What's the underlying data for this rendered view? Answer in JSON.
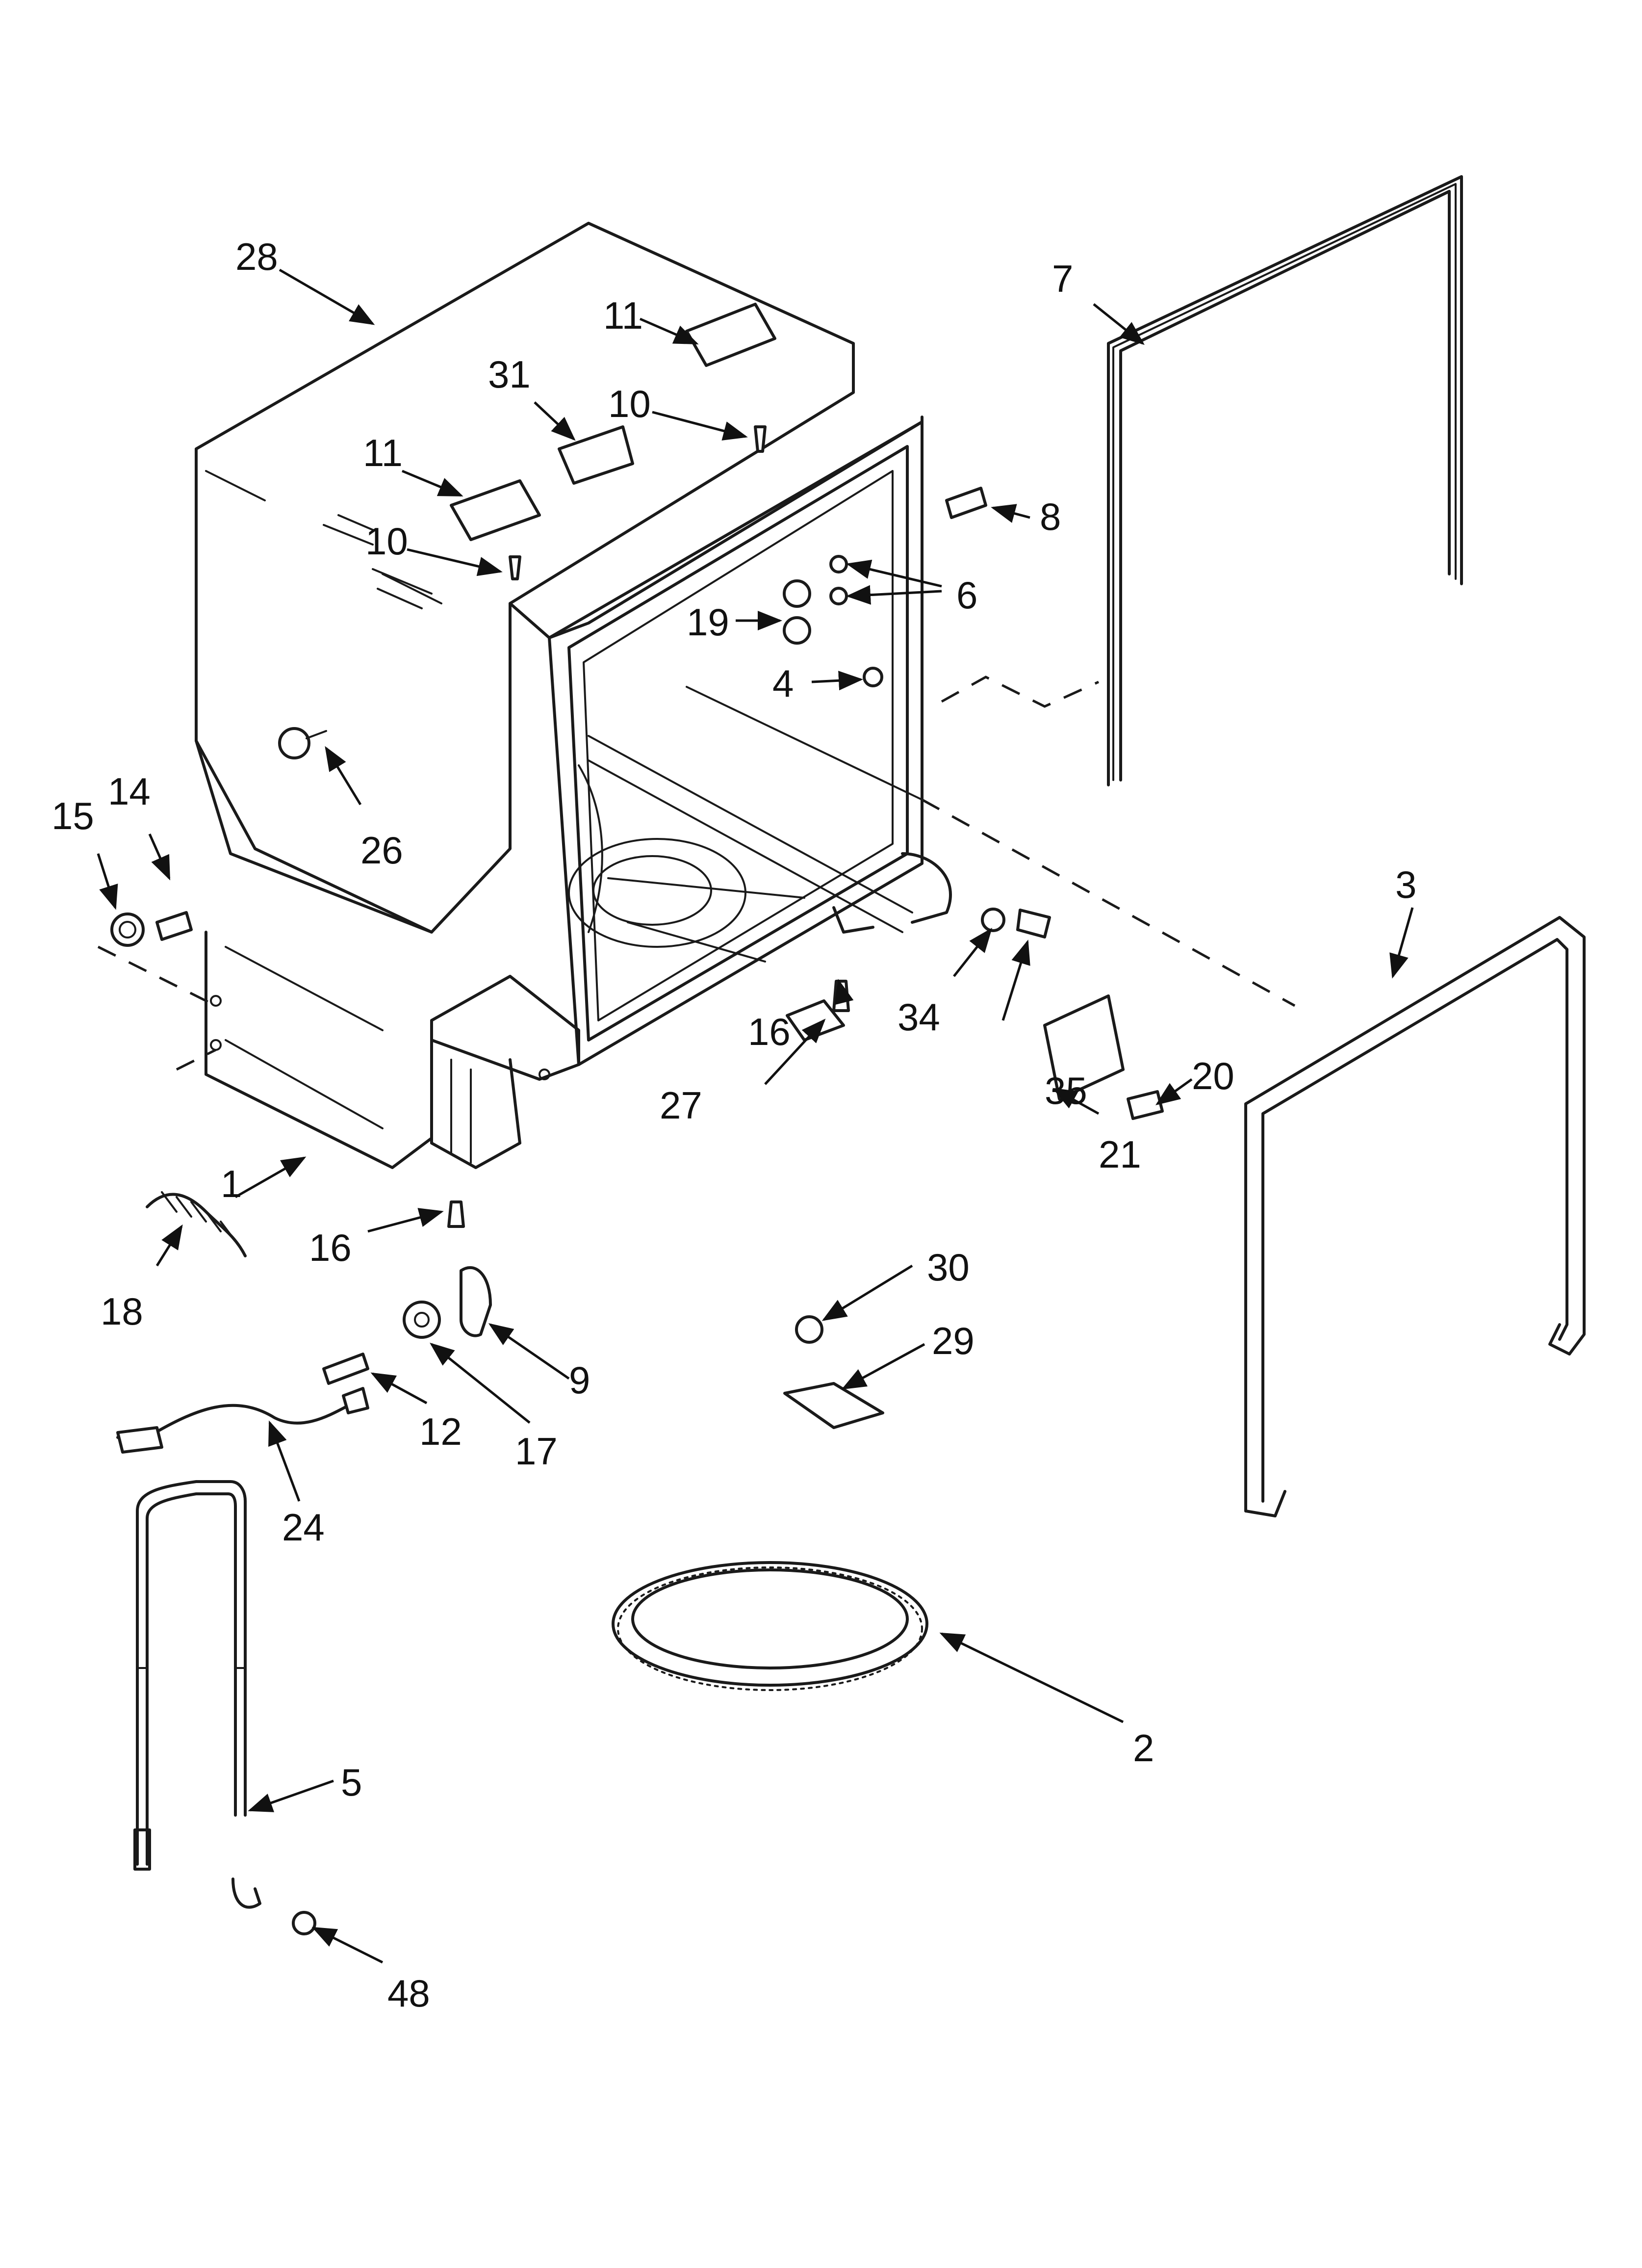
{
  "callouts": [
    {
      "id": "28"
    },
    {
      "id": "11"
    },
    {
      "id": "31"
    },
    {
      "id": "10"
    },
    {
      "id": "11"
    },
    {
      "id": "10"
    },
    {
      "id": "7"
    },
    {
      "id": "8"
    },
    {
      "id": "6"
    },
    {
      "id": "19"
    },
    {
      "id": "4"
    },
    {
      "id": "26"
    },
    {
      "id": "15"
    },
    {
      "id": "14"
    },
    {
      "id": "3"
    },
    {
      "id": "34"
    },
    {
      "id": "16"
    },
    {
      "id": "27"
    },
    {
      "id": "35"
    },
    {
      "id": "20"
    },
    {
      "id": "21"
    },
    {
      "id": "1"
    },
    {
      "id": "16"
    },
    {
      "id": "18"
    },
    {
      "id": "30"
    },
    {
      "id": "29"
    },
    {
      "id": "9"
    },
    {
      "id": "12"
    },
    {
      "id": "17"
    },
    {
      "id": "24"
    },
    {
      "id": "2"
    },
    {
      "id": "5"
    },
    {
      "id": "48"
    }
  ]
}
